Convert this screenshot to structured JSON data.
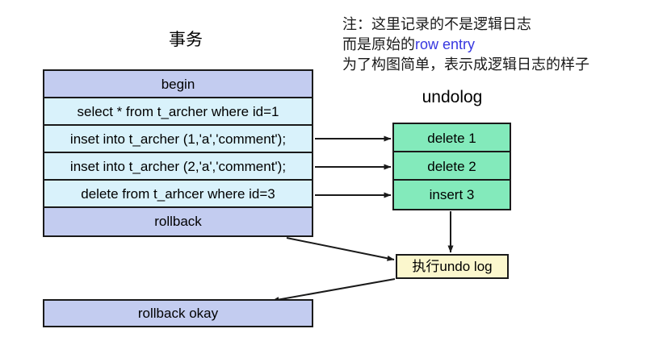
{
  "diagram": {
    "title_transaction": "事务",
    "title_undolog": "undolog",
    "note": {
      "line1": "注：这里记录的不是逻辑日志",
      "line2_prefix": "而是原始的",
      "line2_accent": "row entry",
      "line3": "为了构图简单，表示成逻辑日志的样子",
      "accent_color": "#3737e0"
    },
    "transaction_rows": [
      {
        "text": "begin",
        "kind": "keyword"
      },
      {
        "text": "select * from t_archer where id=1",
        "kind": "sql"
      },
      {
        "text": "inset into t_archer (1,'a','comment');",
        "kind": "sql"
      },
      {
        "text": "inset into t_archer (2,'a','comment');",
        "kind": "sql"
      },
      {
        "text": "delete from t_arhcer where id=3",
        "kind": "sql"
      },
      {
        "text": "rollback",
        "kind": "keyword"
      }
    ],
    "undolog_rows": [
      {
        "text": "delete 1"
      },
      {
        "text": "delete 2"
      },
      {
        "text": "insert 3"
      }
    ],
    "exec_box": {
      "text": "执行undo log"
    },
    "rollback_okay_box": {
      "text": "rollback okay"
    },
    "colors": {
      "keyword_row": "#c3ccf0",
      "sql_row": "#d9f2fb",
      "undolog_row": "#83eabb",
      "exec_box": "#fbf7cd",
      "stroke": "#1a1a1a",
      "background": "#ffffff"
    }
  }
}
